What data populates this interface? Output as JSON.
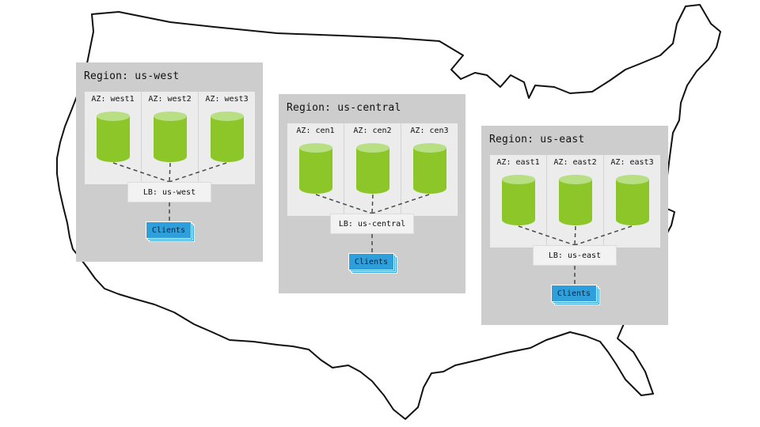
{
  "colors": {
    "region_bg": "#cdcdcd",
    "az_bg": "#ececec",
    "db_top": "#b9df85",
    "db_body": "#8cc628",
    "clients_fill": "#2f9fdc",
    "map_outline": "#111111"
  },
  "icons": [
    "us-map-outline",
    "database-icon",
    "clients-stack-icon"
  ],
  "regions": [
    {
      "title": "Region: us-west",
      "azs": [
        "AZ: west1",
        "AZ: west2",
        "AZ: west3"
      ],
      "lb": "LB: us-west",
      "clients": "Clients"
    },
    {
      "title": "Region: us-central",
      "azs": [
        "AZ: cen1",
        "AZ: cen2",
        "AZ: cen3"
      ],
      "lb": "LB: us-central",
      "clients": "Clients"
    },
    {
      "title": "Region: us-east",
      "azs": [
        "AZ: east1",
        "AZ: east2",
        "AZ: east3"
      ],
      "lb": "LB: us-east",
      "clients": "Clients"
    }
  ]
}
